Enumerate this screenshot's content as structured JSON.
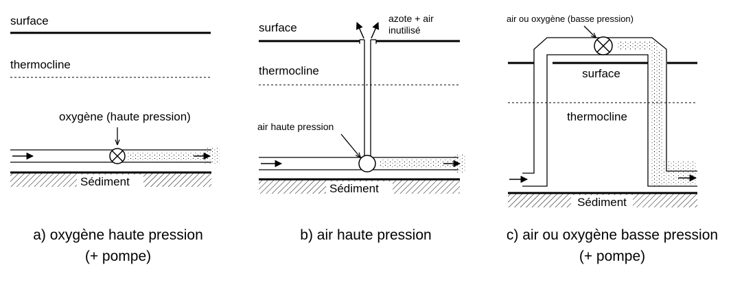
{
  "panel_a": {
    "surface": "surface",
    "thermocline": "thermocline",
    "gas_label": "oxygène (haute pression)",
    "sediment": "Sédiment",
    "caption_line1": "a) oxygène haute pression",
    "caption_line2": "(+ pompe)"
  },
  "panel_b": {
    "surface": "surface",
    "thermocline": "thermocline",
    "exhaust_line1": "azote + air",
    "exhaust_line2": "inutilisé",
    "gas_label": "air haute pression",
    "sediment": "Sédiment",
    "caption_line1": "b) air haute pression"
  },
  "panel_c": {
    "gas_label": "air ou oxygène (basse pression)",
    "surface": "surface",
    "thermocline": "thermocline",
    "sediment": "Sédiment",
    "caption_line1": "c) air ou oxygène basse pression",
    "caption_line2": "(+ pompe)"
  }
}
